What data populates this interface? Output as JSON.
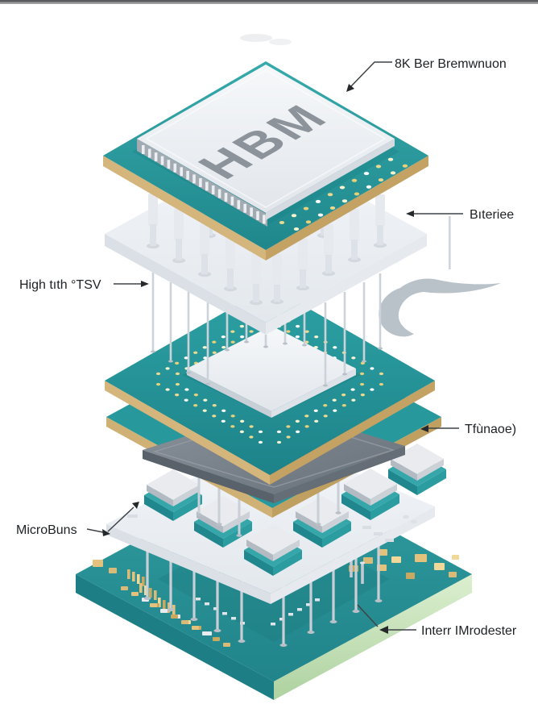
{
  "figure": {
    "chip_label": "HBM",
    "annotations": {
      "top_right": "8K Ber Bremwnuon",
      "right_upper": "Bıteriee",
      "left_upper": "High tıth °TSV",
      "right_middle": "Tfùnaoe)",
      "left_lower": "MicroBuns",
      "bottom_right": "Interr IMrodester"
    },
    "colors": {
      "board_teal": "#2A9FA2",
      "board_edge_gold": "#D2B377",
      "substrate_edge_green": "#C9E4BD",
      "chip_white": "#EFF2F5",
      "die_dark_gray": "#79828B",
      "pin_gray": "#DDE2E8",
      "label_text": "#202326"
    }
  }
}
